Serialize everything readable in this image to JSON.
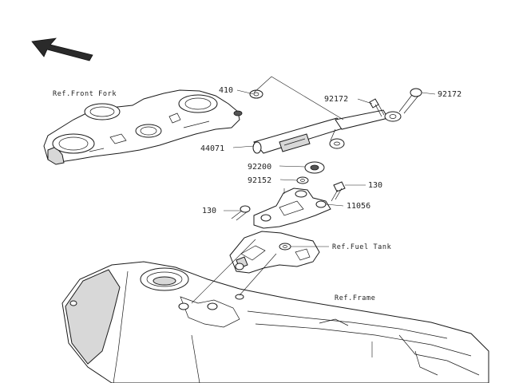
{
  "labels": {
    "ref_front_fork": "Ref.Front Fork",
    "p410": "410",
    "p92172_a": "92172",
    "p92172_b": "92172",
    "p44071": "44071",
    "p92200": "92200",
    "p92152": "92152",
    "p130_a": "130",
    "p130_b": "130",
    "p11056": "11056",
    "ref_fuel_tank": "Ref.Fuel Tank",
    "ref_frame": "Ref.Frame"
  }
}
